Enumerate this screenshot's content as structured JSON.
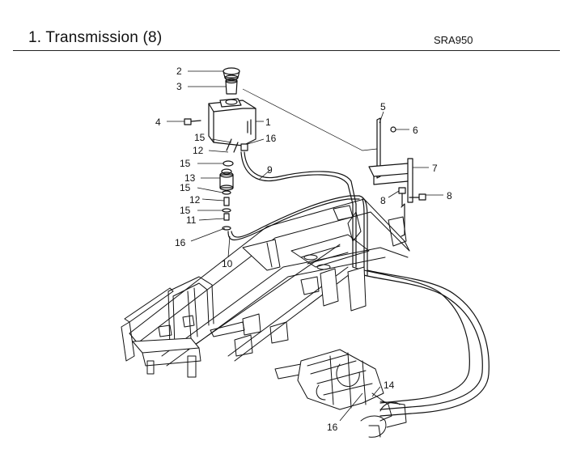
{
  "header": {
    "title": "1. Transmission (8)",
    "model_code": "SRA950"
  },
  "callouts": [
    {
      "id": "c2a",
      "text": "2"
    },
    {
      "id": "c3a",
      "text": "3"
    },
    {
      "id": "c4a",
      "text": "4"
    },
    {
      "id": "c1a",
      "text": "1"
    },
    {
      "id": "c5a",
      "text": "5"
    },
    {
      "id": "c6a",
      "text": "6"
    },
    {
      "id": "c15a",
      "text": "15"
    },
    {
      "id": "c16a",
      "text": "16"
    },
    {
      "id": "c12a",
      "text": "12"
    },
    {
      "id": "c15b",
      "text": "15"
    },
    {
      "id": "c9a",
      "text": "9"
    },
    {
      "id": "c7a",
      "text": "7"
    },
    {
      "id": "c13a",
      "text": "13"
    },
    {
      "id": "c15c",
      "text": "15"
    },
    {
      "id": "c12b",
      "text": "12"
    },
    {
      "id": "c8a",
      "text": "8"
    },
    {
      "id": "c8b",
      "text": "8"
    },
    {
      "id": "c15d",
      "text": "15"
    },
    {
      "id": "c11a",
      "text": "11"
    },
    {
      "id": "c16b",
      "text": "16"
    },
    {
      "id": "c10a",
      "text": "10"
    },
    {
      "id": "c14a",
      "text": "14"
    },
    {
      "id": "c16c",
      "text": "16"
    }
  ]
}
